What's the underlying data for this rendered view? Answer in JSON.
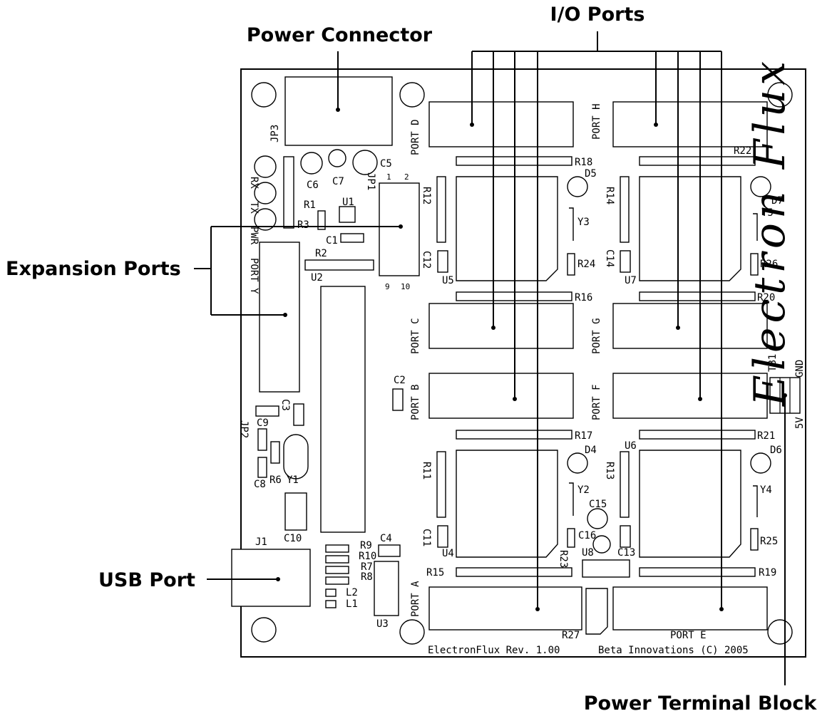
{
  "callouts": {
    "io_ports": "I/O Ports",
    "power_connector": "Power Connector",
    "expansion_ports": "Expansion Ports",
    "usb_port": "USB Port",
    "power_terminal_block": "Power Terminal Block"
  },
  "board": {
    "logo": "Electron Flux",
    "footer_left": "ElectronFlux Rev. 1.00",
    "footer_right": "Beta Innovations (C) 2005"
  },
  "silk": {
    "jp3": "JP3",
    "rx": "RX",
    "tx": "TX",
    "pwr": "PWR",
    "c5": "C5",
    "c6": "C6",
    "c7": "C7",
    "jp1": "JP1",
    "r1": "R1",
    "u1": "U1",
    "r3": "R3",
    "c1": "C1",
    "r2": "R2",
    "u2": "U2",
    "port_y": "PORT Y",
    "jp2": "JP2",
    "c3": "C3",
    "c9": "C9",
    "c8": "C8",
    "r6": "R6",
    "y1": "Y1",
    "c10": "C10",
    "j1": "J1",
    "r9": "R9",
    "r10": "R10",
    "r7": "R7",
    "r8": "R8",
    "c4": "C4",
    "l2": "L2",
    "l1": "L1",
    "u3": "U3",
    "port_d": "PORT D",
    "port_h": "PORT H",
    "port_c": "PORT C",
    "port_g": "PORT G",
    "port_b": "PORT B",
    "port_f": "PORT F",
    "port_a": "PORT A",
    "port_e": "PORT E",
    "r18": "R18",
    "r22": "R22",
    "d5": "D5",
    "d7": "D7",
    "r12": "R12",
    "r14": "R14",
    "y3": "Y3",
    "y5": "Y5",
    "c12": "C12",
    "c14": "C14",
    "u5": "U5",
    "u7": "U7",
    "r24": "R24",
    "r26": "R26",
    "r16": "R16",
    "r20": "R20",
    "c2": "C2",
    "tb1": "TB1",
    "gnd": "GND",
    "v5": "5V",
    "r17": "R17",
    "r21": "R21",
    "u6": "U6",
    "d4": "D4",
    "d6": "D6",
    "r11": "R11",
    "r13": "R13",
    "y2": "Y2",
    "y4": "Y4",
    "c15": "C15",
    "c11": "C11",
    "c16": "C16",
    "u4": "U4",
    "u8": "U8",
    "c13": "C13",
    "r23": "R23",
    "r25": "R25",
    "r15": "R15",
    "r19": "R19",
    "r27": "R27",
    "pin1": "1",
    "pin2": "2",
    "pin9": "9",
    "pin10": "10"
  }
}
